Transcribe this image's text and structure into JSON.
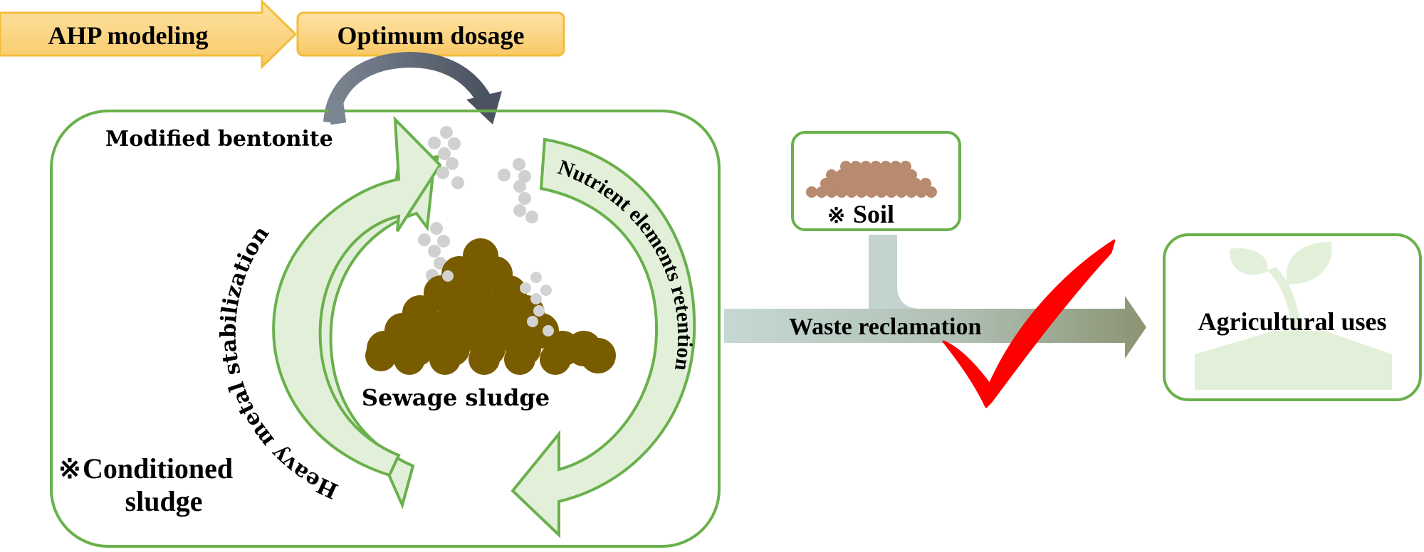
{
  "process_flow": {
    "step1": "AHP modeling",
    "step2": "Optimum dosage"
  },
  "conditioned_box": {
    "additive_label": "Modified bentonite",
    "center_label": "Sewage sludge",
    "note_mark": "※",
    "note_line1": "Conditioned",
    "note_line2": "sludge",
    "left_cycle_label": "Heavy metal stabilization",
    "right_cycle_label": "Nutrient elements retention"
  },
  "soil_box": {
    "note_mark": "※",
    "label": "Soil"
  },
  "main_arrow": {
    "label": "Waste reclamation"
  },
  "approval": {
    "icon": "checkmark-icon",
    "color": "#ff0000"
  },
  "outcome_box": {
    "label": "Agricultural uses",
    "icon": "sprout-icon"
  },
  "colors": {
    "chevron_fill": "#fcd27a",
    "chevron_stroke": "#f5c040",
    "green_border": "#6ab04c",
    "green_fill": "#e2f0d9",
    "sludge": "#7a5c00",
    "bentonite_particles": "#d0d0d0",
    "gray_arrow": "#6b7280",
    "soil": "#b88a70",
    "flow_arrow_start": "#c3d4cf",
    "flow_arrow_end": "#8a9270",
    "check": "#ff0000",
    "sprout": "#e2f0d9"
  }
}
